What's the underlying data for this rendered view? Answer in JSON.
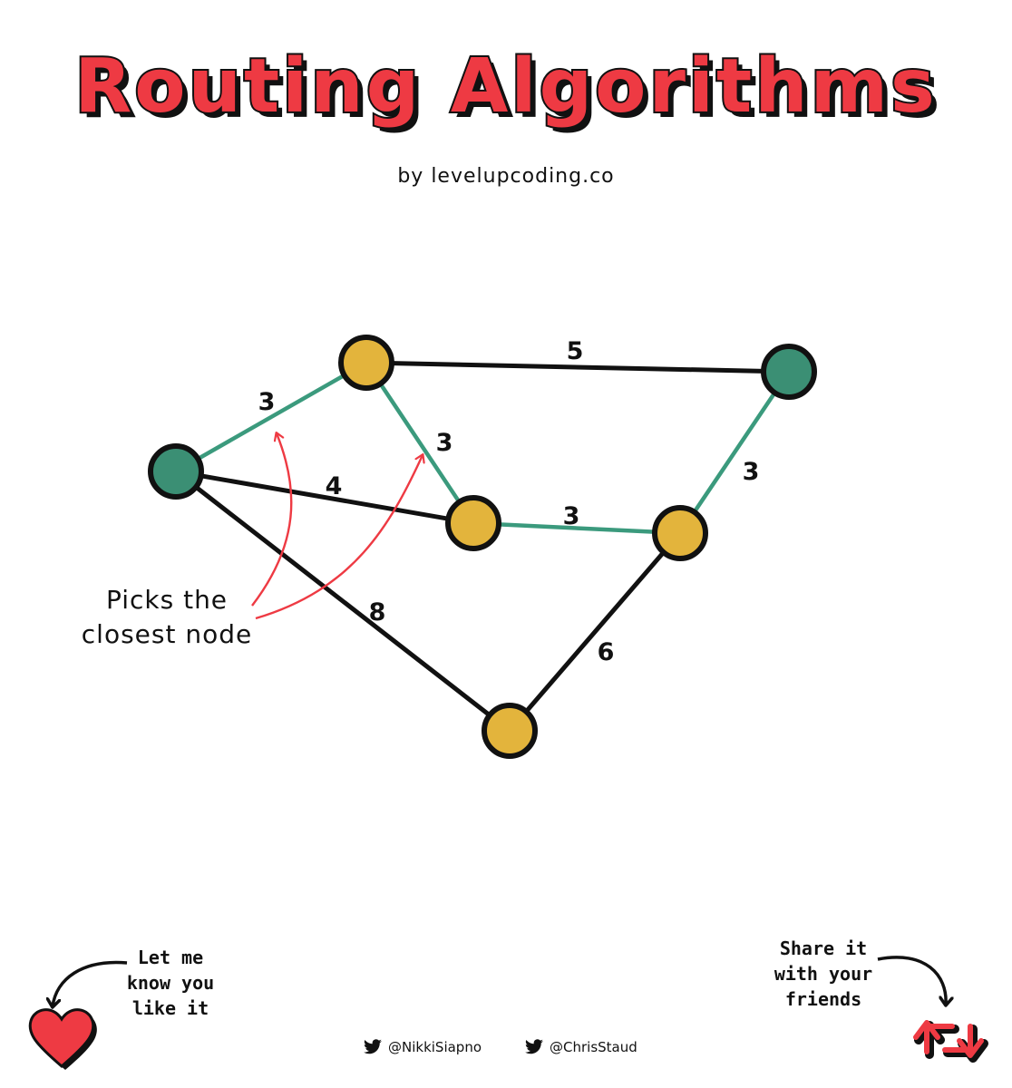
{
  "title": "Routing Algorithms",
  "byline": "by levelupcoding.co",
  "colors": {
    "title_red": "#ee3a43",
    "node_yellow": "#e3b43c",
    "node_green": "#3b8f74",
    "edge_selected": "#3b9a7d",
    "edge_default": "#111111",
    "callout_arrow": "#ee3a43"
  },
  "graph": {
    "nodes": [
      {
        "id": "A",
        "color": "green"
      },
      {
        "id": "B",
        "color": "yellow"
      },
      {
        "id": "C",
        "color": "yellow"
      },
      {
        "id": "D",
        "color": "yellow"
      },
      {
        "id": "E",
        "color": "green"
      },
      {
        "id": "F",
        "color": "yellow"
      }
    ],
    "edges": [
      {
        "from": "A",
        "to": "B",
        "weight": "3",
        "selected": true
      },
      {
        "from": "A",
        "to": "C",
        "weight": "4",
        "selected": false
      },
      {
        "from": "A",
        "to": "F",
        "weight": "8",
        "selected": false
      },
      {
        "from": "B",
        "to": "C",
        "weight": "3",
        "selected": true
      },
      {
        "from": "B",
        "to": "E",
        "weight": "5",
        "selected": false
      },
      {
        "from": "C",
        "to": "D",
        "weight": "3",
        "selected": true
      },
      {
        "from": "D",
        "to": "E",
        "weight": "3",
        "selected": true
      },
      {
        "from": "D",
        "to": "F",
        "weight": "6",
        "selected": false
      }
    ]
  },
  "callout": {
    "line1": "Picks the",
    "line2": "closest node"
  },
  "footer": {
    "like_line1": "Let me",
    "like_line2": "know you",
    "like_line3": "like it",
    "share_line1": "Share it",
    "share_line2": "with your",
    "share_line3": "friends",
    "handle_1": "@NikkiSiapno",
    "handle_2": "@ChrisStaud",
    "like_icon": "heart-icon",
    "share_icon": "retweet-icon",
    "social_icon": "twitter-bird-icon"
  }
}
